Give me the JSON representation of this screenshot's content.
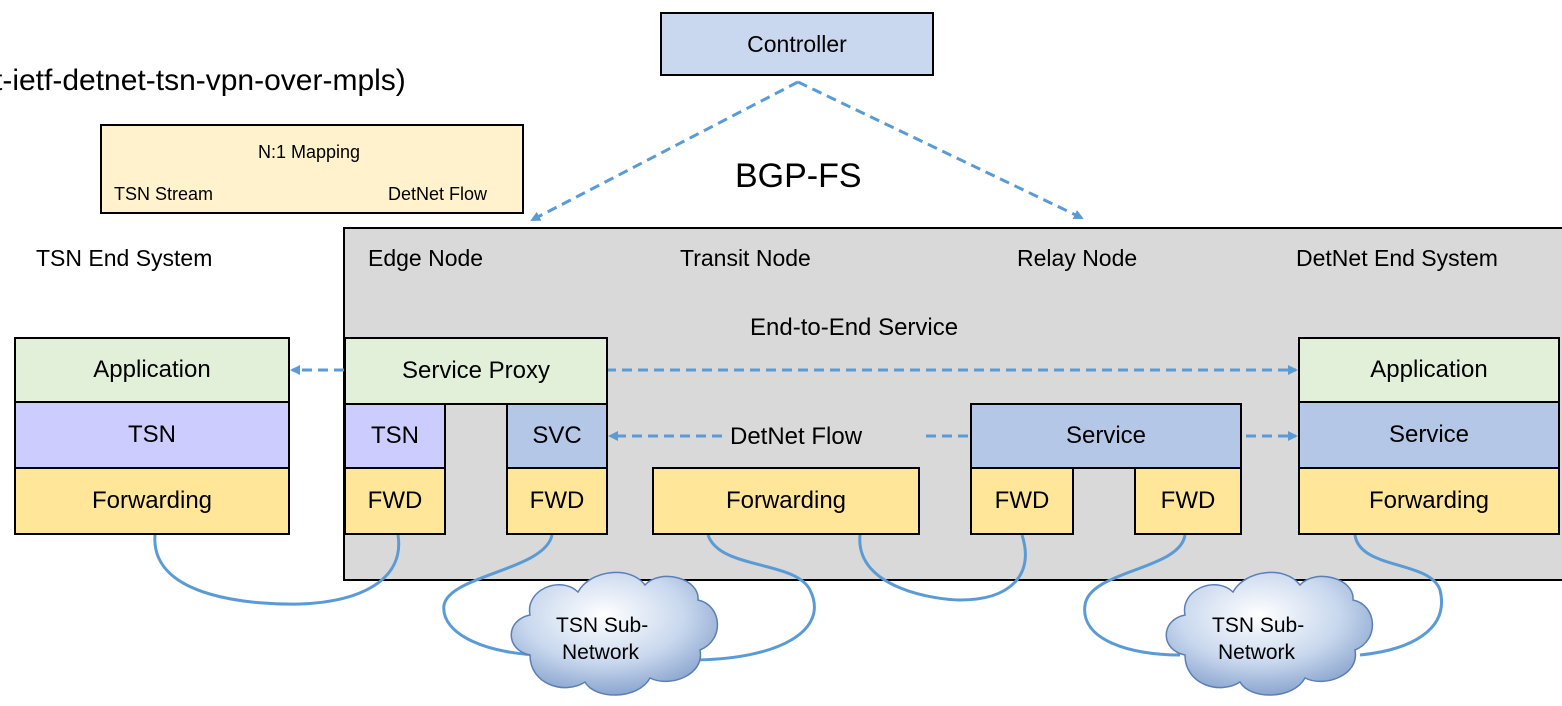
{
  "doc_title": "t-ietf-detnet-tsn-vpn-over-mpls)",
  "controller": "Controller",
  "protocol": "BGP-FS",
  "legend": {
    "title": "N:1 Mapping",
    "from": "TSN Stream",
    "to": "DetNet Flow"
  },
  "nodes": {
    "tsn_end": "TSN End System",
    "edge": "Edge Node",
    "transit": "Transit Node",
    "relay": "Relay Node",
    "detnet_end": "DetNet End System"
  },
  "end_to_end": "End-to-End Service",
  "detnet_flow": "DetNet Flow",
  "tsn_end_stack": {
    "application": "Application",
    "tsn": "TSN",
    "forwarding": "Forwarding"
  },
  "edge_stack": {
    "proxy": "Service Proxy",
    "tsn": "TSN",
    "svc": "SVC",
    "fwd_left": "FWD",
    "fwd_right": "FWD"
  },
  "transit_stack": {
    "forwarding": "Forwarding"
  },
  "relay_stack": {
    "service": "Service",
    "fwd_left": "FWD",
    "fwd_right": "FWD"
  },
  "detnet_end_stack": {
    "application": "Application",
    "service": "Service",
    "forwarding": "Forwarding"
  },
  "clouds": [
    {
      "line1": "TSN Sub-",
      "line2": "Network"
    },
    {
      "line1": "TSN Sub-",
      "line2": "Network"
    }
  ],
  "colors": {
    "domain_fill": "#d9d9d9",
    "green": "#e2efd9",
    "purple": "#ccccff",
    "yellow": "#ffe699",
    "blue": "#b4c7e7",
    "arrow": "#5b9bd5",
    "link": "#5b9bd5"
  }
}
